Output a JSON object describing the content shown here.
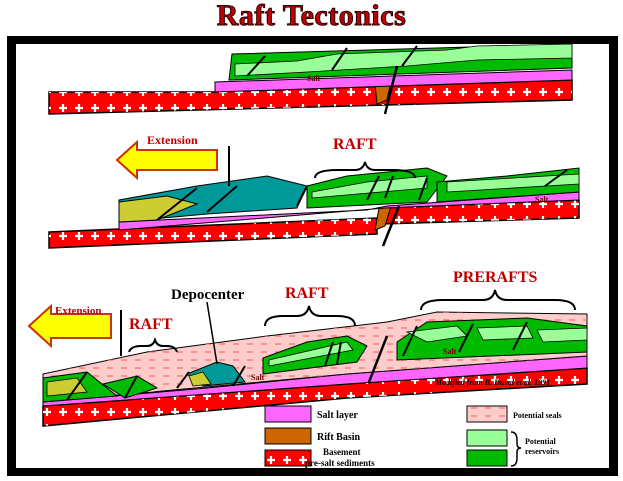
{
  "title": "Raft Tectonics",
  "labels": {
    "salt": "Salt",
    "extension": "Extension",
    "raft": "RAFT",
    "depocenter": "Depocenter",
    "prerafts": "PRERAFTS",
    "credit": "Modified from B. Duval et al, 1991"
  },
  "legend": {
    "salt_layer": "Salt layer",
    "rift_basin": "Rift Basin",
    "basement_1": "Basement",
    "basement_2": "pre-salt sediments",
    "potential_seals": "Potential seals",
    "reservoirs_1": "Potential",
    "reservoirs_2": "reservoirs"
  },
  "colors": {
    "basement": "#ff0000",
    "salt": "#ff66ff",
    "rift_basin": "#cc6600",
    "seal": "#ffcccc",
    "reservoir_light": "#99ff99",
    "reservoir_dark": "#00bb00",
    "arrow": "#ffff00",
    "depocenter": "#009999",
    "yellow_sediment": "#cccc33"
  }
}
